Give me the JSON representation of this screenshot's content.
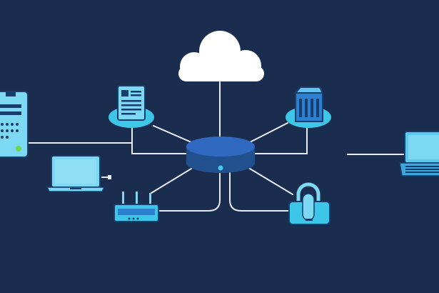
{
  "diagram": {
    "kind": "network-topology",
    "background_color": "#1b2d4f",
    "line_color": "#ffffff",
    "accent_color": "#3ec6e8",
    "hub_color": "#2f69c0",
    "hub": {
      "icon": "network-switch-hub",
      "status_light": "#43c6f0"
    },
    "nodes": [
      {
        "id": "cloud",
        "icon": "cloud-icon"
      },
      {
        "id": "document-server",
        "icon": "document-server-icon"
      },
      {
        "id": "database",
        "icon": "database-server-icon"
      },
      {
        "id": "server-tower",
        "icon": "server-tower-icon"
      },
      {
        "id": "laptop-left",
        "icon": "laptop-icon"
      },
      {
        "id": "router",
        "icon": "wifi-router-icon"
      },
      {
        "id": "lock",
        "icon": "padlock-icon"
      },
      {
        "id": "laptop-right",
        "icon": "laptop-icon"
      }
    ]
  }
}
